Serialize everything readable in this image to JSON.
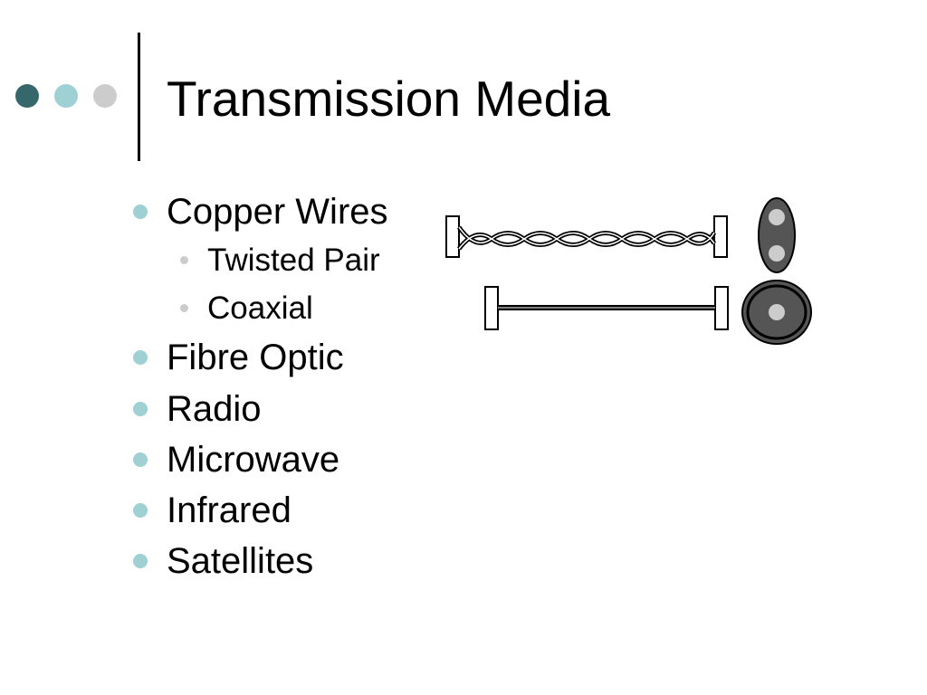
{
  "slide": {
    "title": "Transmission Media",
    "header_dot_colors": [
      "#35676b",
      "#9fd0d3",
      "#cccccc"
    ],
    "bullet_color": "#9fd0d3",
    "subbullet_color": "#cccccc"
  },
  "bullets": [
    {
      "label": "Copper Wires",
      "sub": [
        {
          "label": "Twisted Pair"
        },
        {
          "label": "Coaxial"
        }
      ]
    },
    {
      "label": "Fibre Optic"
    },
    {
      "label": "Radio"
    },
    {
      "label": "Microwave"
    },
    {
      "label": "Infrared"
    },
    {
      "label": "Satellites"
    }
  ],
  "illustration": {
    "cables": [
      "twisted-pair",
      "coaxial"
    ],
    "colors": {
      "outline": "#000000",
      "cross_section_fill": "#555555",
      "conductor": "#cccccc"
    }
  }
}
